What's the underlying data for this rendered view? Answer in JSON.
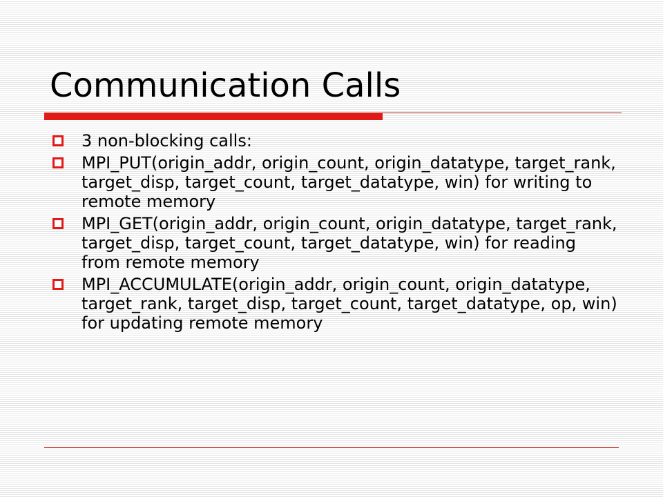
{
  "slide": {
    "title": "Communication Calls",
    "bullets": [
      {
        "text": "3 non-blocking calls:"
      },
      {
        "text": "MPI_PUT(origin_addr, origin_count, origin_datatype, target_rank, target_disp, target_count, target_datatype, win) for writing to remote memory"
      },
      {
        "text": "MPI_GET(origin_addr, origin_count, origin_datatype, target_rank, target_disp, target_count, target_datatype, win) for reading from remote memory"
      },
      {
        "text": "MPI_ACCUMULATE(origin_addr, origin_count, origin_datatype, target_rank, target_disp, target_count, target_datatype, op, win) for updating remote memory"
      }
    ]
  },
  "icons": {
    "bullet": "hollow-square-icon"
  },
  "colors": {
    "accent": "#e01a16",
    "rule": "#c9362e",
    "text": "#000000",
    "background": "#ffffff",
    "stripe": "#e4e4e4"
  }
}
